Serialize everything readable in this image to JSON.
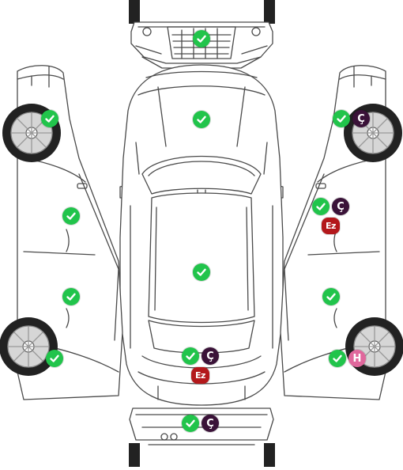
{
  "colors": {
    "ok": "#21c44b",
    "cizik": "#3a1238",
    "ezik": "#b3181b",
    "hasar": "#e0679c",
    "outline": "#4a4a4a",
    "body": "#ffffff",
    "tire": "#222222",
    "rim": "#cfcfcf"
  },
  "legend_icons": {
    "ok": "check-icon",
    "scratch": "Ç",
    "dent": "Ez",
    "damage": "H"
  },
  "panels": [
    {
      "id": "front-bumper",
      "marks": [
        {
          "type": "ok"
        }
      ]
    },
    {
      "id": "hood",
      "marks": [
        {
          "type": "ok"
        }
      ]
    },
    {
      "id": "roof",
      "marks": [
        {
          "type": "ok"
        }
      ]
    },
    {
      "id": "trunk",
      "marks": [
        {
          "type": "ok"
        },
        {
          "type": "scratch",
          "text": "Ç"
        },
        {
          "type": "dent",
          "text": "Ez"
        }
      ]
    },
    {
      "id": "rear-bumper",
      "marks": [
        {
          "type": "ok"
        },
        {
          "type": "scratch",
          "text": "Ç"
        }
      ]
    },
    {
      "id": "left-front-fender",
      "marks": [
        {
          "type": "ok"
        }
      ]
    },
    {
      "id": "left-front-door",
      "marks": [
        {
          "type": "ok"
        }
      ]
    },
    {
      "id": "left-rear-door",
      "marks": [
        {
          "type": "ok"
        }
      ]
    },
    {
      "id": "left-rear-fender",
      "marks": [
        {
          "type": "ok"
        }
      ]
    },
    {
      "id": "right-front-fender",
      "marks": [
        {
          "type": "ok"
        },
        {
          "type": "scratch",
          "text": "Ç"
        }
      ]
    },
    {
      "id": "right-front-door",
      "marks": [
        {
          "type": "ok"
        },
        {
          "type": "scratch",
          "text": "Ç"
        },
        {
          "type": "dent",
          "text": "Ez"
        }
      ]
    },
    {
      "id": "right-rear-door",
      "marks": [
        {
          "type": "ok"
        }
      ]
    },
    {
      "id": "right-rear-fender",
      "marks": [
        {
          "type": "ok"
        },
        {
          "type": "damage",
          "text": "H"
        }
      ]
    }
  ]
}
